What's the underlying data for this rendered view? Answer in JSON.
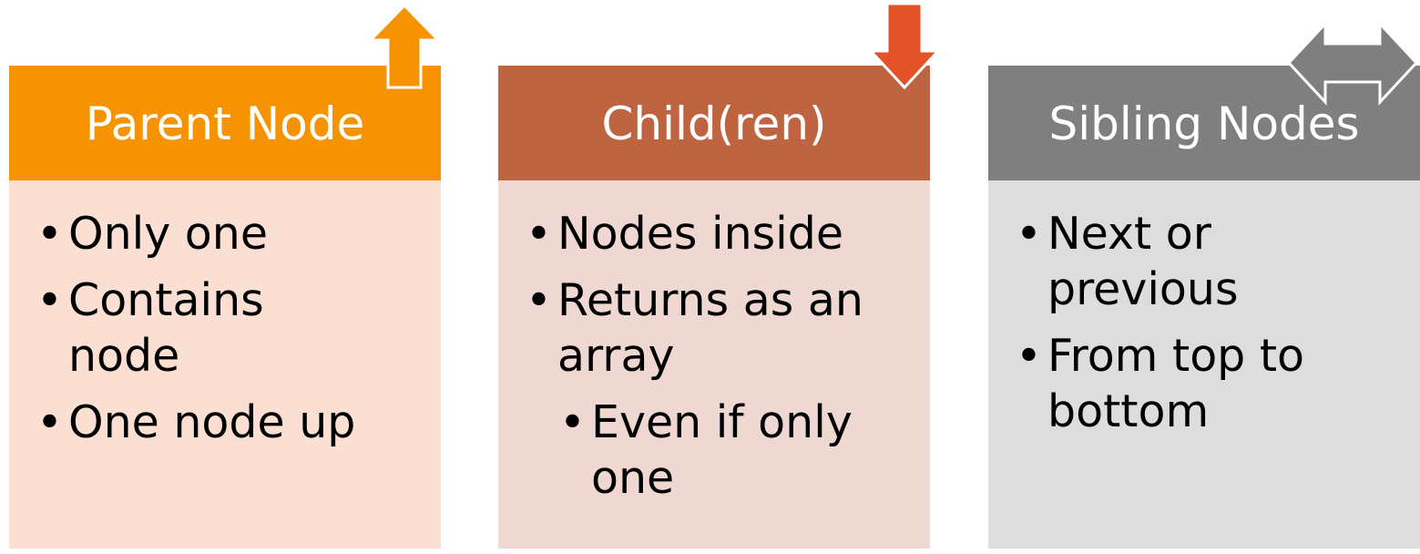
{
  "cards": [
    {
      "title": "Parent Node",
      "header_color": "#f59302",
      "body_color": "#fadfd2",
      "arrow_icon": "up-arrow-icon",
      "bullets": [
        "Only one",
        "Contains node",
        "One node up"
      ]
    },
    {
      "title": "Child(ren)",
      "header_color": "#bf6441",
      "body_color": "#efd8d2",
      "arrow_icon": "down-arrow-icon",
      "arrow_color": "#e25427",
      "bullets": [
        "Nodes inside",
        "Returns as an array"
      ],
      "sub_bullets": [
        "Even if only one"
      ]
    },
    {
      "title": "Sibling Nodes",
      "header_color": "#7f7f7f",
      "body_color": "#dddddd",
      "arrow_icon": "left-right-arrow-icon",
      "bullets": [
        "Next or previous",
        "From top to bottom"
      ]
    }
  ]
}
